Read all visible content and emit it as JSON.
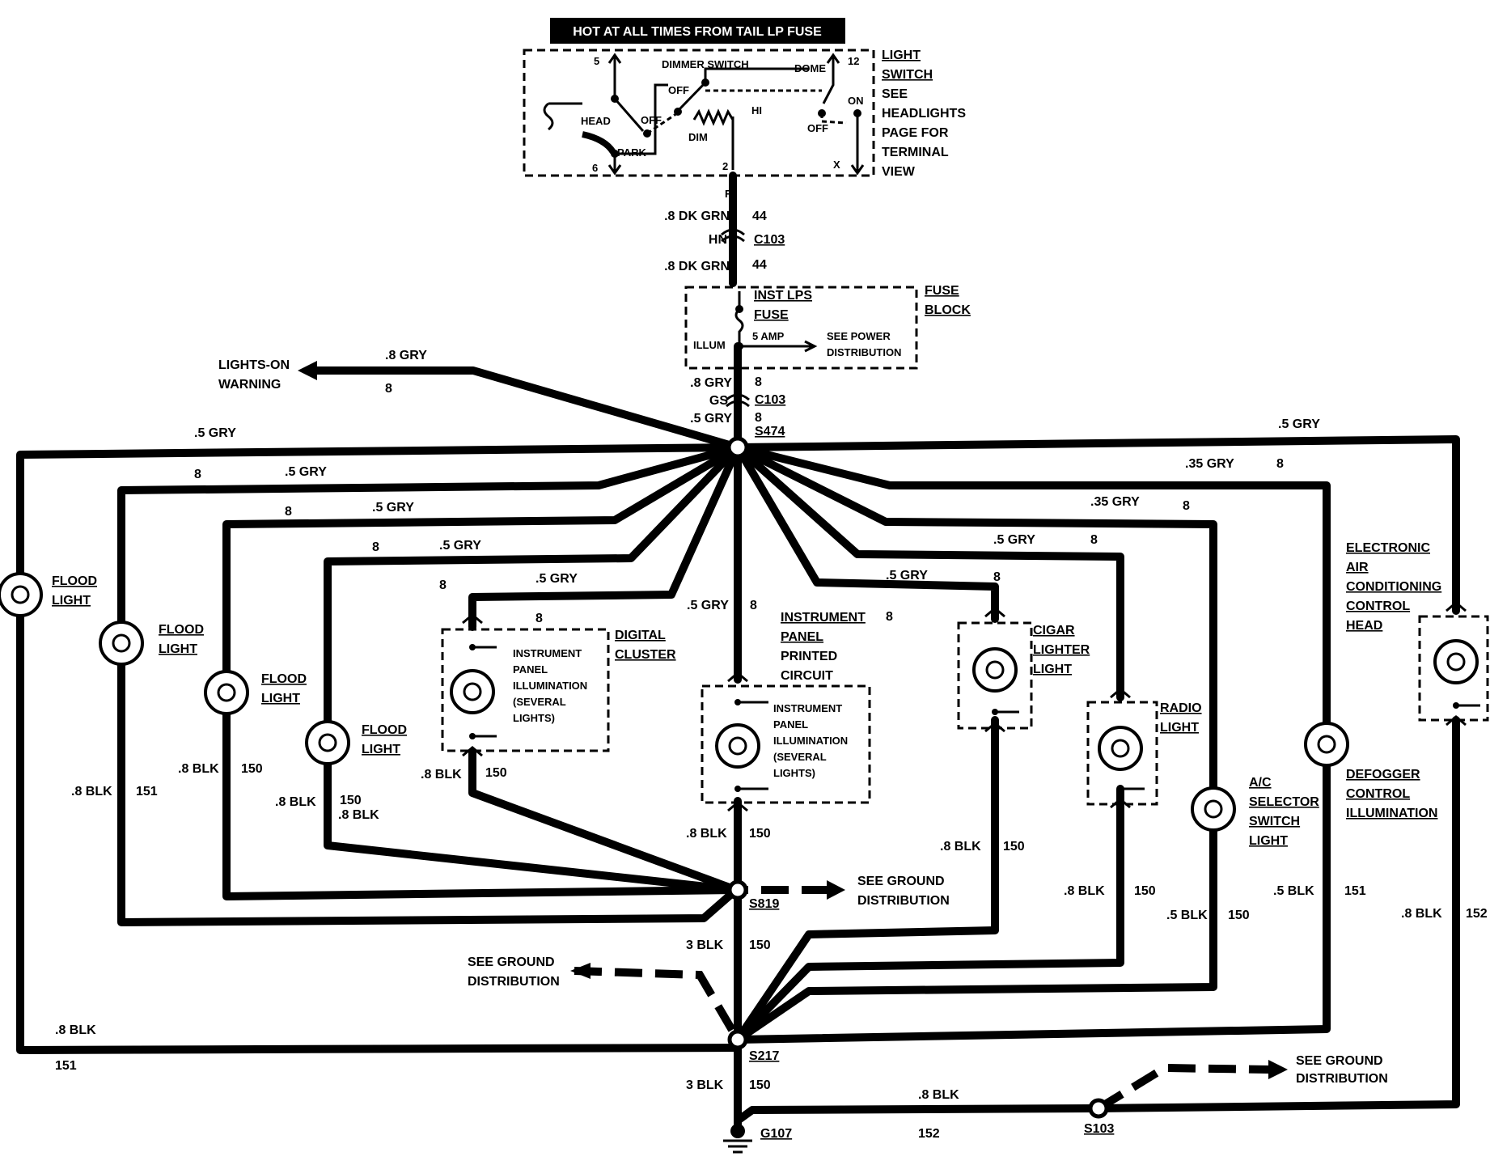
{
  "header": {
    "banner": "HOT AT ALL TIMES FROM TAIL LP FUSE"
  },
  "light_switch": {
    "title_lines": [
      "LIGHT",
      "SWITCH",
      "SEE",
      "HEADLIGHTS",
      "PAGE FOR",
      "TERMINAL",
      "VIEW"
    ],
    "dimmer_switch": "DIMMER SWITCH",
    "dome": "DOME",
    "off": "OFF",
    "on": "ON",
    "head": "HEAD",
    "park": "PARK",
    "dim": "DIM",
    "hi": "HI",
    "terminals": {
      "t5": "5",
      "t12": "12",
      "t6": "6",
      "t2": "2",
      "tx": "X"
    }
  },
  "feed": {
    "terminal_f": "F",
    "wire_a": ".8 DK GRN",
    "circuit_a": "44",
    "conn_c103_a_pin": "HN",
    "conn_c103_a": "C103",
    "wire_b": ".8 DK GRN",
    "circuit_b": "44"
  },
  "fuse_block": {
    "title_lines": [
      "FUSE",
      "BLOCK"
    ],
    "fuse_name_lines": [
      "INST LPS",
      "FUSE"
    ],
    "rating": "5 AMP",
    "illum": "ILLUM",
    "see_power_lines": [
      "SEE POWER",
      "DISTRIBUTION"
    ]
  },
  "fuse_out": {
    "wire": ".8 GRY",
    "circuit": "8",
    "conn_pin": "GS",
    "conn": "C103",
    "wire2": ".5 GRY",
    "circuit2": "8",
    "splice": "S474"
  },
  "lights_on": {
    "label_lines": [
      "LIGHTS-ON",
      "WARNING"
    ],
    "wire": ".8 GRY",
    "circuit": "8"
  },
  "feed_labels": {
    "left1_wire": ".5 GRY",
    "left2_circuit": "8",
    "left2_wire": ".5 GRY",
    "left3_circuit": "8",
    "left3_wire": ".5 GRY",
    "left4_circuit": "8",
    "left4_wire": ".5 GRY",
    "digital_circuit": "8",
    "digital_wire": ".5 GRY",
    "digital_circuit2": "8",
    "center_wire": ".5 GRY",
    "center_circuit": "8",
    "ipc_circuit": "8",
    "cigar_wire": ".5 GRY",
    "cigar_circuit": "8",
    "radio_wire": ".5 GRY",
    "radio_circuit": "8",
    "ac_wire": ".35 GRY",
    "ac_circuit": "8",
    "def_wire": ".35 GRY",
    "def_circuit": "8",
    "eac_wire": ".5 GRY"
  },
  "components": {
    "flood1": [
      "FLOOD",
      "LIGHT"
    ],
    "flood2": [
      "FLOOD",
      "LIGHT"
    ],
    "flood3": [
      "FLOOD",
      "LIGHT"
    ],
    "flood4": [
      "FLOOD",
      "LIGHT"
    ],
    "digital_cluster": [
      "DIGITAL",
      "CLUSTER"
    ],
    "digital_inner": [
      "INSTRUMENT",
      "PANEL",
      "ILLUMINATION",
      "(SEVERAL",
      "LIGHTS)"
    ],
    "ipc_title": [
      "INSTRUMENT",
      "PANEL",
      "PRINTED",
      "CIRCUIT"
    ],
    "ipc_inner": [
      "INSTRUMENT",
      "PANEL",
      "ILLUMINATION",
      "(SEVERAL",
      "LIGHTS)"
    ],
    "cigar": [
      "CIGAR",
      "LIGHTER",
      "LIGHT"
    ],
    "radio": [
      "RADIO",
      "LIGHT"
    ],
    "ac_selector": [
      "A/C",
      "SELECTOR",
      "SWITCH",
      "LIGHT"
    ],
    "defogger": [
      "DEFOGGER",
      "CONTROL",
      "ILLUMINATION"
    ],
    "eac": [
      "ELECTRONIC",
      "AIR",
      "CONDITIONING",
      "CONTROL",
      "HEAD"
    ]
  },
  "ground_labels": {
    "flood1_wire": ".8 BLK",
    "flood1_circuit": "151",
    "flood2_wire": ".8 BLK",
    "flood2_circuit": "150",
    "flood3_wire": ".8 BLK",
    "flood3_circuit": "150",
    "flood4_wire": ".8 BLK",
    "flood4_circuit": "150",
    "digital_wire": ".8 BLK",
    "digital_circuit": "150",
    "ipc_wire": ".8 BLK",
    "ipc_circuit": "150",
    "cigar_wire": ".8 BLK",
    "cigar_circuit": "150",
    "radio_wire": ".8 BLK",
    "radio_circuit": "150",
    "ac_wire": ".5 BLK",
    "ac_circuit": "150",
    "def_wire": ".5 BLK",
    "def_circuit": "151",
    "eac_wire": ".8 BLK",
    "eac_circuit": "152",
    "bottom_wire": ".8 BLK",
    "bottom_circuit": "152",
    "s819_s217_wire": "3 BLK",
    "s819_s217_circuit": "150",
    "s217_g107_wire": "3 BLK",
    "s217_g107_circuit": "150",
    "left_return_wire": ".8 BLK",
    "left_return_circuit": "151"
  },
  "grounds": {
    "s819": "S819",
    "s217": "S217",
    "g107": "G107",
    "s103": "S103",
    "see_ground_lines": [
      "SEE GROUND",
      "DISTRIBUTION"
    ]
  }
}
